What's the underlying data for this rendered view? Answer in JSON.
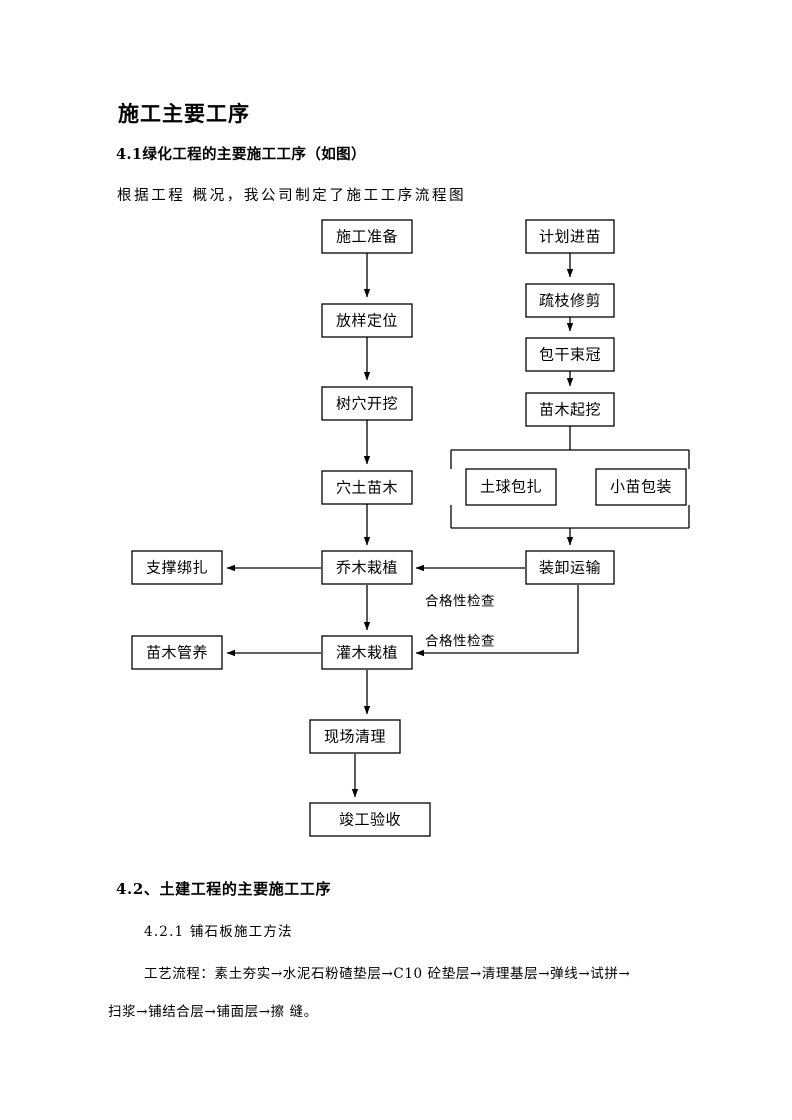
{
  "document": {
    "title": "施工主要工序",
    "section_heading": "4.1绿化工程的主要施工工序（如图）",
    "intro_paragraph": "根据工程 概况，我公司制定了施工工序流程图",
    "section_heading_2": "4.2、土建工程的主要施工工序",
    "sub_heading": "4.2.1 铺石板施工方法",
    "process_line_1": "工艺流程：素土夯实→水泥石粉碴垫层→C10 砼垫层→清理基层→弹线→试拼→",
    "process_line_2": "扫浆→铺结合层→铺面层→擦 缝。"
  },
  "flowchart": {
    "left_column": [
      {
        "id": "prep",
        "label": "施工准备"
      },
      {
        "id": "layout",
        "label": "放样定位"
      },
      {
        "id": "pit",
        "label": "树穴开挖"
      },
      {
        "id": "soil",
        "label": "穴土苗木"
      },
      {
        "id": "tree-plant",
        "label": "乔木栽植"
      },
      {
        "id": "shrub-plant",
        "label": "灌木栽植"
      },
      {
        "id": "site-clean",
        "label": "现场清理"
      },
      {
        "id": "acceptance",
        "label": "竣工验收"
      }
    ],
    "right_column": [
      {
        "id": "plan-seedling",
        "label": "计划进苗"
      },
      {
        "id": "prune",
        "label": "疏枝修剪"
      },
      {
        "id": "wrap-trunk",
        "label": "包干束冠"
      },
      {
        "id": "dig-seedling",
        "label": "苗木起挖"
      },
      {
        "id": "ball-wrap",
        "label": "土球包扎"
      },
      {
        "id": "small-pack",
        "label": "小苗包装"
      },
      {
        "id": "transport",
        "label": "装卸运输"
      }
    ],
    "side_outputs": [
      {
        "id": "support-bind",
        "label": "支撑绑扎"
      },
      {
        "id": "seedling-care",
        "label": "苗木管养"
      }
    ],
    "edge_labels": [
      {
        "id": "qc-check-1",
        "label": "合格性检查"
      },
      {
        "id": "qc-check-2",
        "label": "合格性检查"
      }
    ]
  }
}
